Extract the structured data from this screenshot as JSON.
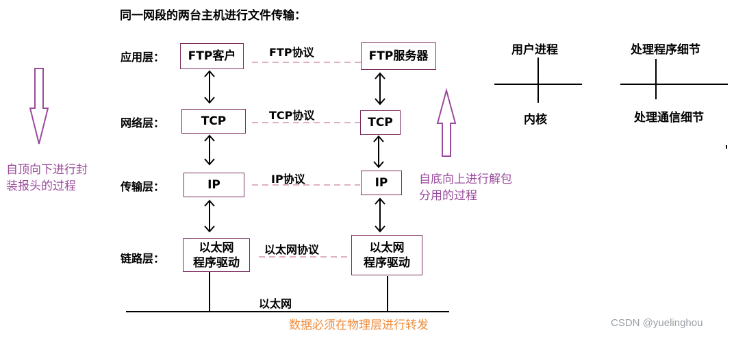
{
  "title": "同一网段的两台主机进行文件传输：",
  "layers": {
    "app": "应用层：",
    "net": "网络层：",
    "trans": "传输层：",
    "link": "链路层："
  },
  "client": {
    "app": "FTP客户",
    "net": "TCP",
    "trans": "IP",
    "link_line1": "以太网",
    "link_line2": "程序驱动"
  },
  "server": {
    "app": "FTP服务器",
    "net": "TCP",
    "trans": "IP",
    "link_line1": "以太网",
    "link_line2": "程序驱动"
  },
  "protocols": {
    "app": "FTP协议",
    "net": "TCP协议",
    "trans": "IP协议",
    "link": "以太网协议"
  },
  "ethernet_label": "以太网",
  "bottom_note": "数据必须在物理层进行转发",
  "left_note_line1": "自顶向下进行封",
  "left_note_line2": "装报头的过程",
  "right_note_line1": "自底向上进行解包",
  "right_note_line2": "分用的过程",
  "cross1": {
    "top": "用户进程",
    "bottom": "内核"
  },
  "cross2": {
    "top": "处理程序细节",
    "bottom": "处理通信细节"
  },
  "watermark": "CSDN @yuelinghou",
  "colors": {
    "arrow_outline": "#9a4a9c",
    "box_border": "#7a2a5c",
    "dash": "#c06080",
    "note_purple": "#9a4a9c",
    "note_orange": "#ef8b3a"
  }
}
